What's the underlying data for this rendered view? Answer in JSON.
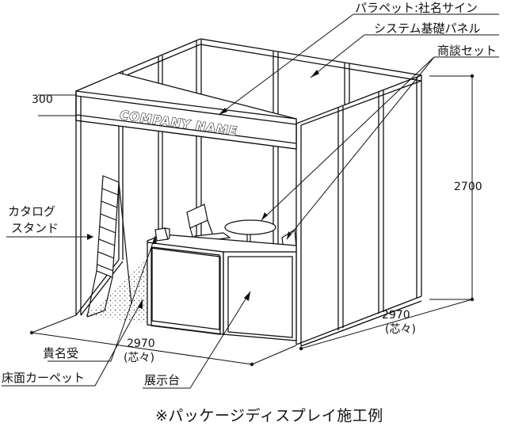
{
  "labels": {
    "parapet": "パラペット:社名サイン",
    "panel": "システム基礎パネル",
    "meeting_set": "商談セット",
    "catalog_stand_line1": "カタログ",
    "catalog_stand_line2": "スタンド",
    "umbrella_stand": "貴名受",
    "carpet": "床面カーペット",
    "display_counter": "展示台"
  },
  "dimensions": {
    "parapet_height": "300",
    "booth_height": "2700",
    "width_value": "2970",
    "width_note": "(芯々)",
    "depth_value": "2970",
    "depth_note": "(芯々)"
  },
  "sign_text": "COMPANY NAME",
  "caption": "※パッケージディスプレイ施工例",
  "colors": {
    "line": "#111111",
    "background": "#ffffff"
  }
}
